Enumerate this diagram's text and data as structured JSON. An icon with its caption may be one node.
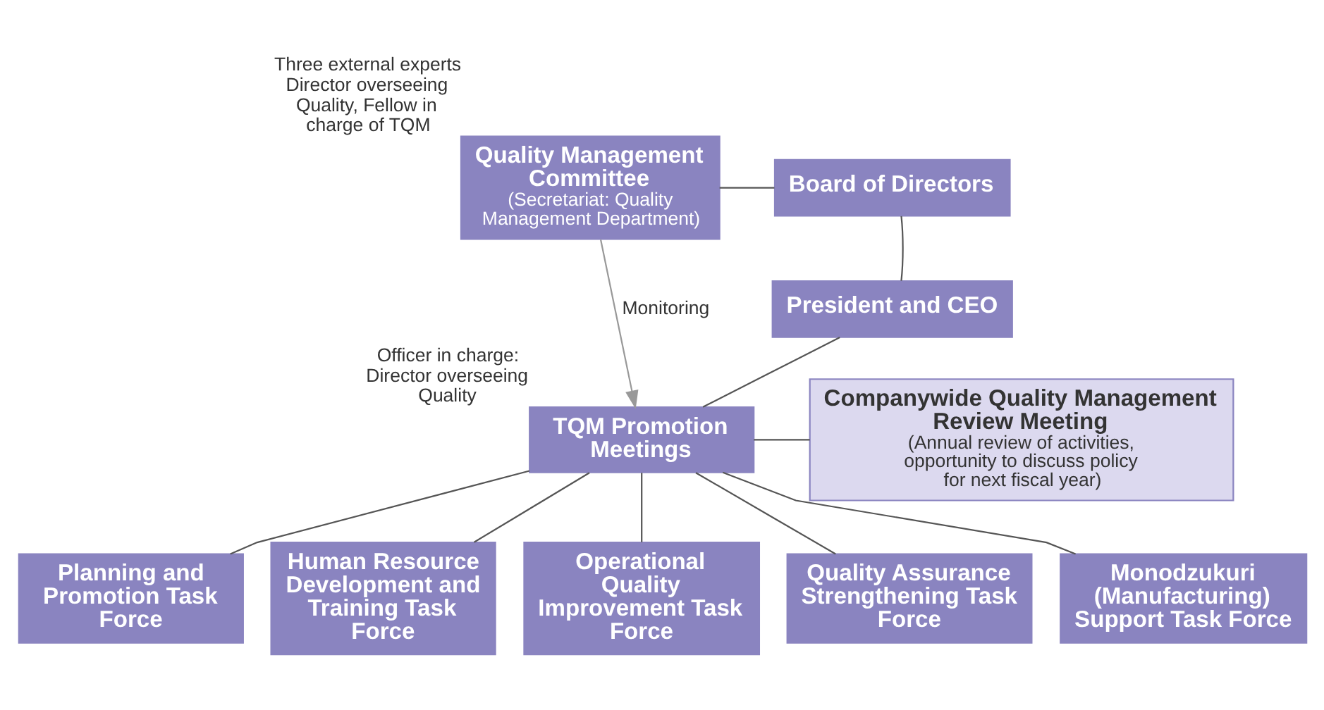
{
  "diagram": {
    "nodes": [
      {
        "text": [
          "Quality Management Committee",
          "(Secretariat: Quality Management Department)"
        ],
        "beside": [
          "Three external experts Director overseeing Quality, Fellow in charge of TQM"
        ]
      },
      {
        "text": [
          "Board of Directors"
        ]
      },
      {
        "text": [
          "President and CEO"
        ]
      },
      {
        "text": [
          "Companywide Quality Management Review Meeting",
          "(Annual review of activities, opportunity to discuss policy for next fiscal year)"
        ]
      },
      {
        "text": [
          "TQM Promotion Meetings"
        ],
        "beside": [
          "Officer in charge: Director overseeing Quality"
        ]
      },
      {
        "text": [
          "Planning and Promotion Task Force"
        ]
      },
      {
        "text": [
          "Human Resource Development and Training Task Force"
        ]
      },
      {
        "text": [
          "Operational Quality Improvement Task Force"
        ]
      },
      {
        "text": [
          "Quality Assurance Strengthening Task Force"
        ]
      },
      {
        "text": [
          "Monodzukuri (Manufacturing) Support Task Force"
        ]
      }
    ],
    "edges": [
      {
        "from": 0,
        "to": 1,
        "arrow": "none"
      },
      {
        "from": 1,
        "to": 2,
        "arrow": "none"
      },
      {
        "from": 2,
        "to": 4,
        "arrow": "none"
      },
      {
        "from": 0,
        "to": 4,
        "arrow": "to",
        "label": "Monitoring",
        "color": "#999999"
      },
      {
        "from": 4,
        "to": 3,
        "arrow": "none"
      },
      {
        "from": 4,
        "to": 5,
        "arrow": "none"
      },
      {
        "from": 4,
        "to": 6,
        "arrow": "none"
      },
      {
        "from": 4,
        "to": 7,
        "arrow": "none"
      },
      {
        "from": 4,
        "to": 8,
        "arrow": "none"
      },
      {
        "from": 4,
        "to": 9,
        "arrow": "none"
      }
    ]
  }
}
